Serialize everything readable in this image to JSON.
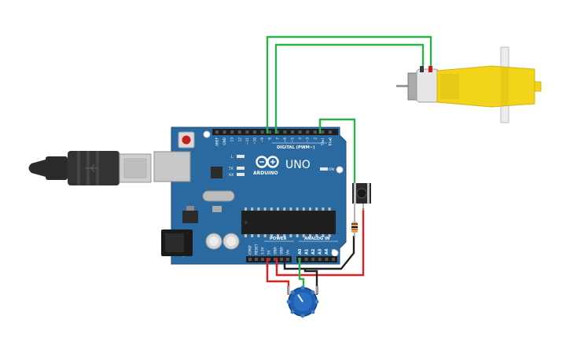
{
  "board": {
    "model": "UNO",
    "logo_text": "ARDUINO",
    "digital_label": "DIGITAL (PWM~)",
    "power_label": "POWER",
    "analog_label": "ANALOG IN",
    "on_label": "ON",
    "led_l": "L",
    "led_tx": "TX",
    "led_rx": "RX",
    "digital_pins": [
      "AREF",
      "GND",
      "13",
      "12",
      "~11",
      "~10",
      "~9",
      "8",
      "7",
      "~6",
      "~5",
      "4",
      "~3",
      "2",
      "TX▸1",
      "RX◂0"
    ],
    "power_pins": [
      "IOREF",
      "RESET",
      "3.3V",
      "5V",
      "GND",
      "GND",
      "Vin"
    ],
    "analog_pins": [
      "A0",
      "A1",
      "A2",
      "A3",
      "A4",
      "A5"
    ]
  },
  "colors": {
    "board": "#2a6aa1",
    "wire_green": "#2db24b",
    "wire_red": "#e02020",
    "wire_black": "#222222",
    "motor_body": "#f2d41a",
    "pot_knob": "#1d5fb0"
  },
  "components": [
    "usb-cable",
    "arduino-uno",
    "dc-motor",
    "push-button",
    "resistor",
    "potentiometer"
  ]
}
